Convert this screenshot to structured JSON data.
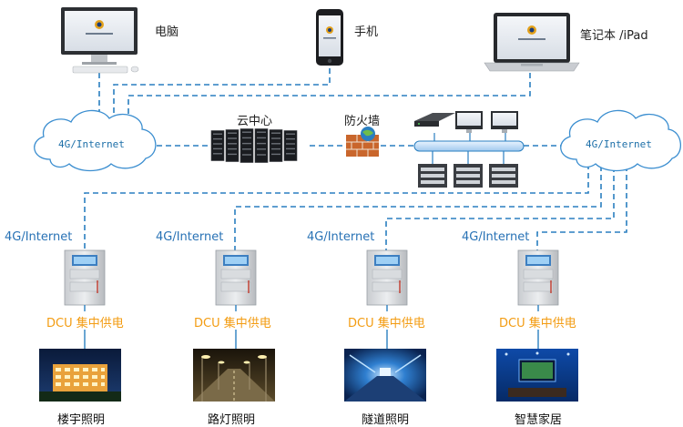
{
  "devices": {
    "desktop_label": "电脑",
    "phone_label": "手机",
    "laptop_label": "笔记本 /iPad"
  },
  "cloud_left_label": "4G/Internet",
  "cloud_right_label": "4G/Internet",
  "center": {
    "cloud_center_label": "云中心",
    "firewall_label": "防火墙"
  },
  "branches": [
    {
      "network_label": "4G/Internet",
      "dcu_label": "DCU 集中供电",
      "scene_label": "楼宇照明"
    },
    {
      "network_label": "4G/Internet",
      "dcu_label": "DCU 集中供电",
      "scene_label": "路灯照明"
    },
    {
      "network_label": "4G/Internet",
      "dcu_label": "DCU 集中供电",
      "scene_label": "隧道照明"
    },
    {
      "network_label": "4G/Internet",
      "dcu_label": "DCU 集中供电",
      "scene_label": "智慧家居"
    }
  ],
  "colors": {
    "link": "#2a7fc0",
    "dcu_text": "#f39c12",
    "network_text": "#2872b5",
    "cloud_stroke": "#3b8ed0"
  }
}
